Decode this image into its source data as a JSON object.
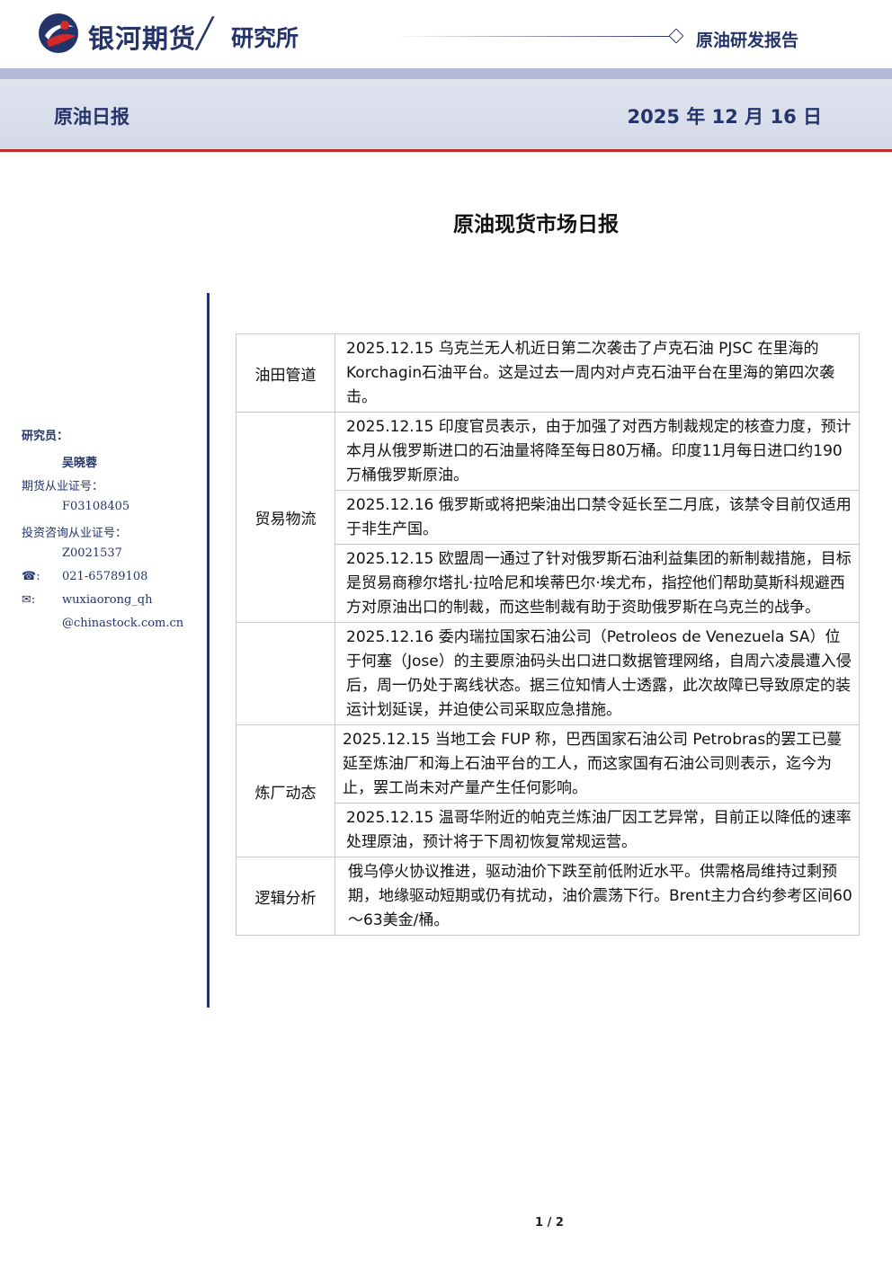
{
  "header": {
    "company": "银河期货",
    "slash": "╱",
    "institute": "研究所",
    "report_type": "原油研发报告",
    "band_title": "原油日报",
    "date": "2025 年 12 月 16 日"
  },
  "title": "原油现货市场日报",
  "sidebar": {
    "researcher_label": "研究员：",
    "researcher_name": "吴晓蓉",
    "futures_cert_label": "期货从业证号：",
    "futures_cert": "F03108405",
    "invest_cert_label": "投资咨询从业证号：",
    "invest_cert": "Z0021537",
    "phone_icon": "☎:",
    "phone": "021-65789108",
    "email_icon": "✉:",
    "email_line1": "wuxiaorong_qh",
    "email_line2": "@chinastock.com.cn"
  },
  "table": {
    "categories": {
      "oilfield": "油田管道",
      "trade": "贸易物流",
      "refinery": "炼厂动态",
      "logic": "逻辑分析"
    },
    "rows": [
      "2025.12.15 乌克兰无人机近日第二次袭击了卢克石油 PJSC 在里海的Korchagin石油平台。这是过去一周内对卢克石油平台在里海的第四次袭击。",
      "2025.12.15 印度官员表示，由于加强了对西方制裁规定的核查力度，预计本月从俄罗斯进口的石油量将降至每日80万桶。印度11月每日进口约190万桶俄罗斯原油。",
      "2025.12.16 俄罗斯或将把柴油出口禁令延长至二月底，该禁令目前仅适用于非生产国。",
      "2025.12.15  欧盟周一通过了针对俄罗斯石油利益集团的新制裁措施，目标是贸易商穆尔塔扎·拉哈尼和埃蒂巴尔·埃尤布，指控他们帮助莫斯科规避西方对原油出口的制裁，而这些制裁有助于资助俄罗斯在乌克兰的战争。",
      "2025.12.16 委内瑞拉国家石油公司（Petroleos de Venezuela SA）位于何塞（Jose）的主要原油码头出口进口数据管理网络，自周六凌晨遭入侵后，周一仍处于离线状态。据三位知情人士透露，此次故障已导致原定的装运计划延误，并迫使公司采取应急措施。",
      "2025.12.15 当地工会 FUP 称，巴西国家石油公司 Petrobras的罢工已蔓延至炼油厂和海上石油平台的工人，而这家国有石油公司则表示，迄今为止，罢工尚未对产量产生任何影响。",
      "2025.12.15 温哥华附近的帕克兰炼油厂因工艺异常，目前正以降低的速率处理原油，预计将于下周初恢复常规运营。",
      "俄乌停火协议推进，驱动油价下跌至前低附近水平。供需格局维持过剩预期，地缘驱动短期或仍有扰动，油价震荡下行。Brent主力合约参考区间60～63美金/桶。"
    ]
  },
  "page_number": "1 / 2"
}
